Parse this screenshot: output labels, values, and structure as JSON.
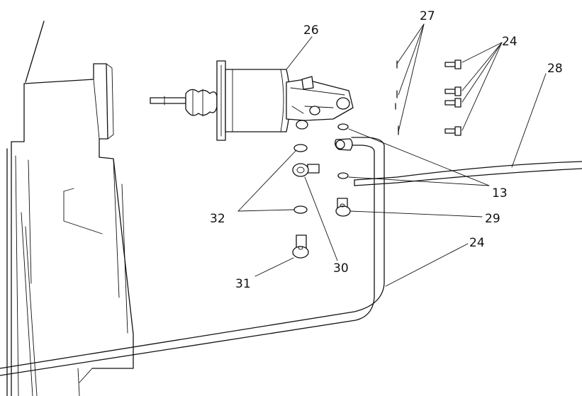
{
  "figure": {
    "callouts": [
      {
        "id": "c26",
        "text": "26"
      },
      {
        "id": "c27",
        "text": "27"
      },
      {
        "id": "c24a",
        "text": "24"
      },
      {
        "id": "c28",
        "text": "28"
      },
      {
        "id": "c13",
        "text": "13"
      },
      {
        "id": "c29",
        "text": "29"
      },
      {
        "id": "c32",
        "text": "32"
      },
      {
        "id": "c30",
        "text": "30"
      },
      {
        "id": "c24b",
        "text": "24"
      },
      {
        "id": "c31",
        "text": "31"
      }
    ]
  }
}
